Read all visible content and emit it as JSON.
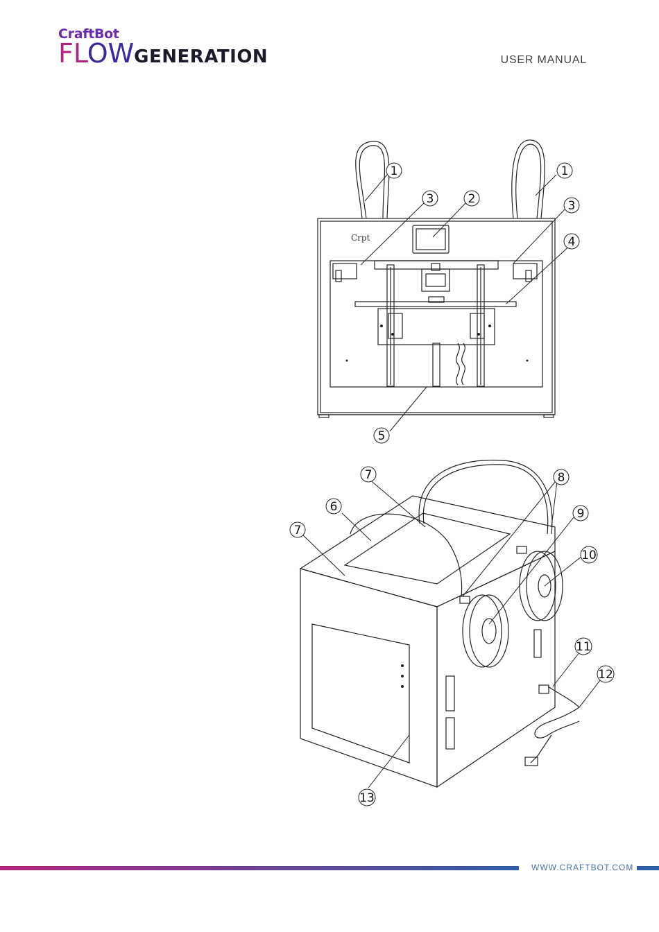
{
  "header": {
    "brand_small": "CraftBot",
    "brand_fl": "FL",
    "brand_ow": "OW",
    "brand_gen": "GENERATION",
    "manual_label": "USER MANUAL"
  },
  "front_view": {
    "callouts": [
      "1",
      "1",
      "2",
      "3",
      "3",
      "4",
      "5"
    ]
  },
  "rear_view": {
    "callouts": [
      "6",
      "7",
      "7",
      "8",
      "9",
      "10",
      "11",
      "12",
      "13"
    ]
  },
  "footer": {
    "url": "WWW.CRAFTBOT.COM",
    "gradient_start": "#b0237e",
    "gradient_end": "#2f5ea8"
  }
}
